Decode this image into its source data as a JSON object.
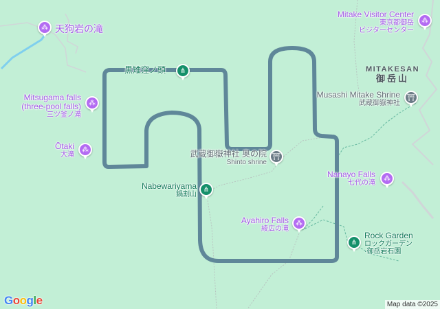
{
  "map": {
    "colors": {
      "background": "#c2efd6",
      "route": "#5f8799",
      "waterfall_pin": "#b36bf2",
      "peak_pin": "#15906a",
      "shrine_pin": "#6b7b86",
      "water": "#7fcfee"
    },
    "area_label": {
      "en": "MITAKESAN",
      "jp": "御岳山"
    },
    "places": [
      {
        "name": "天狗岩の滝",
        "icon": "waterfall-icon"
      },
      {
        "name": "黒雉窪ノ頭",
        "icon": "peak-icon"
      },
      {
        "name": "Mitsugama falls (three-pool falls)",
        "line1": "Mitsugama falls",
        "line2": "(three-pool falls)",
        "jp": "三ツ釜ノ滝",
        "icon": "waterfall-icon"
      },
      {
        "name": "Ōtaki",
        "jp": "大滝",
        "icon": "waterfall-icon"
      },
      {
        "name": "武蔵御嶽神社 奥の院",
        "sub": "Shinto shrine",
        "icon": "shrine-icon"
      },
      {
        "name": "Nabewariyama",
        "jp": "鍋割山",
        "icon": "peak-icon"
      },
      {
        "name": "Ayahiro Falls",
        "jp": "綾広の滝",
        "icon": "waterfall-icon"
      },
      {
        "name": "Nanayo Falls",
        "jp": "七代の滝",
        "icon": "waterfall-icon"
      },
      {
        "name": "Rock Garden",
        "jp1": "ロックガーデン",
        "jp2": "·御岳岩石園",
        "icon": "peak-icon"
      },
      {
        "name": "Mitake Visitor Center",
        "jp1": "東京都御岳",
        "jp2": "ビジターセンター",
        "icon": "landmark-icon"
      },
      {
        "name": "Musashi Mitake Shrine",
        "jp": "武蔵御嶽神社",
        "icon": "shrine-icon"
      }
    ],
    "logo": "Google",
    "attribution": "Map data ©2025"
  }
}
